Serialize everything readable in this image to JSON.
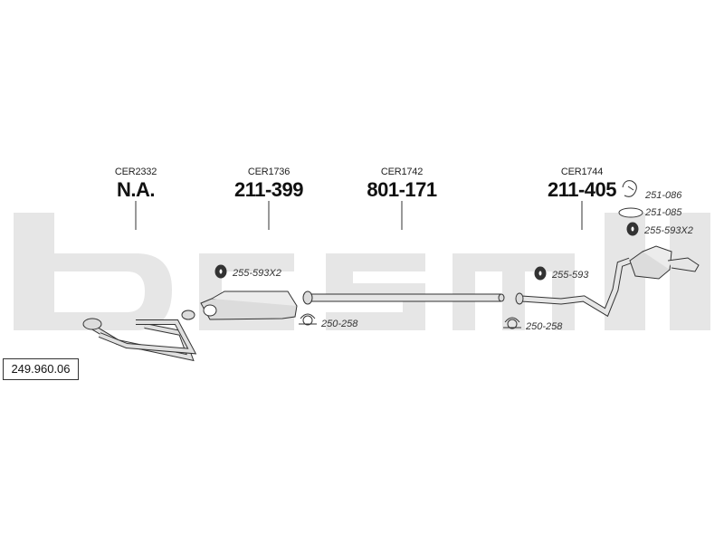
{
  "reference_number": "249.960.06",
  "sections": [
    {
      "code": "CER2332",
      "part_number": "N.A."
    },
    {
      "code": "CER1736",
      "part_number": "211-399"
    },
    {
      "code": "CER1742",
      "part_number": "801-171"
    },
    {
      "code": "CER1744",
      "part_number": "211-405"
    }
  ],
  "accessories": [
    {
      "id": "clamp-251-086",
      "label": "251-086",
      "icon": "spring-clamp-icon"
    },
    {
      "id": "ring-251-085",
      "label": "251-085",
      "icon": "ring-gasket-icon"
    },
    {
      "id": "mount-255-593x2-right",
      "label": "255-593X2",
      "icon": "rubber-mount-icon"
    },
    {
      "id": "mount-255-593x2-left",
      "label": "255-593X2",
      "icon": "rubber-mount-icon"
    },
    {
      "id": "mount-255-593",
      "label": "255-593",
      "icon": "rubber-mount-icon"
    },
    {
      "id": "clamp-250-258-left",
      "label": "250-258",
      "icon": "u-clamp-icon"
    },
    {
      "id": "clamp-250-258-right",
      "label": "250-258",
      "icon": "u-clamp-icon"
    }
  ],
  "colors": {
    "watermark": "#e6e6e6",
    "line": "#333333",
    "part_fill": "#dcdcdc"
  }
}
